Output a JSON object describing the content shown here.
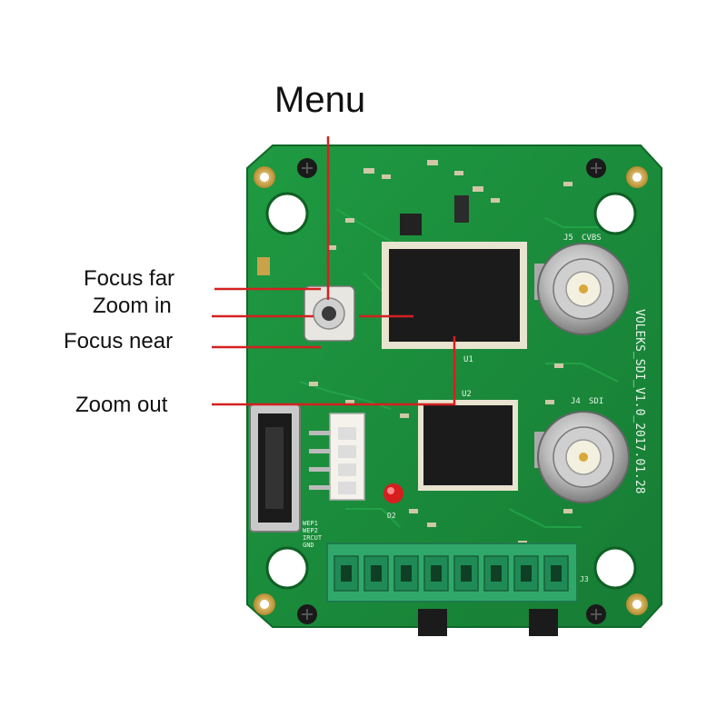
{
  "labels": {
    "menu": "Menu",
    "focus_far": "Focus far",
    "zoom_in": "Zoom in",
    "focus_near": "Focus near",
    "zoom_out": "Zoom out"
  },
  "silkscreen": {
    "board_id": "VOLEKS_SDI_V1.0_2017.01.28",
    "j5": "J5",
    "j5_sub": "CVBS",
    "j4": "J4",
    "j4_sub": "SDI",
    "u1": "U1",
    "u2": "U2",
    "d2": "D2",
    "j3": "J3",
    "pins": [
      "WEP1",
      "WEP2",
      "IRCUT",
      "GND"
    ]
  },
  "colors": {
    "pcb": "#1a8c3a",
    "pcb_dark": "#147530",
    "chip": "#1b1b1b",
    "terminal": "#2fa86a",
    "leader_line": "#d42020",
    "bnc_metal": "#c9c9c9",
    "gold": "#d8b45a",
    "led": "#d61e1e"
  },
  "icons": [
    "joystick-button-icon",
    "bnc-connector-icon",
    "hdmi-port-icon",
    "terminal-block-icon",
    "led-icon"
  ]
}
